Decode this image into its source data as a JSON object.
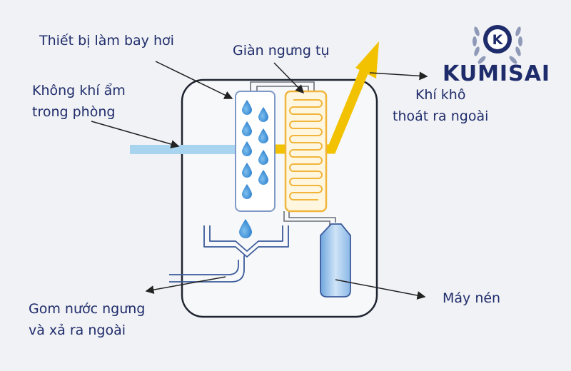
{
  "brand": {
    "logo_letter": "K",
    "name": "KUMISAI"
  },
  "labels": {
    "evaporator": "Thiết bị làm bay hơi",
    "condenser": "Giàn ngưng tụ",
    "humid_air_line1": "Không khí ẩm",
    "humid_air_line2": "trong phòng",
    "dry_air_line1": "Khí khô",
    "dry_air_line2": "thoát ra ngoài",
    "water_line1": "Gom nước ngưng",
    "water_line2": "và xả ra ngoài",
    "compressor": "Máy nén"
  },
  "colors": {
    "label_text": "#1f2c6b",
    "dry_air_arrow": "#f2c200",
    "humid_air_stream": "#a9d4f0",
    "water_drop": "#3a8fd4",
    "condenser_coil": "#f0b53a"
  }
}
